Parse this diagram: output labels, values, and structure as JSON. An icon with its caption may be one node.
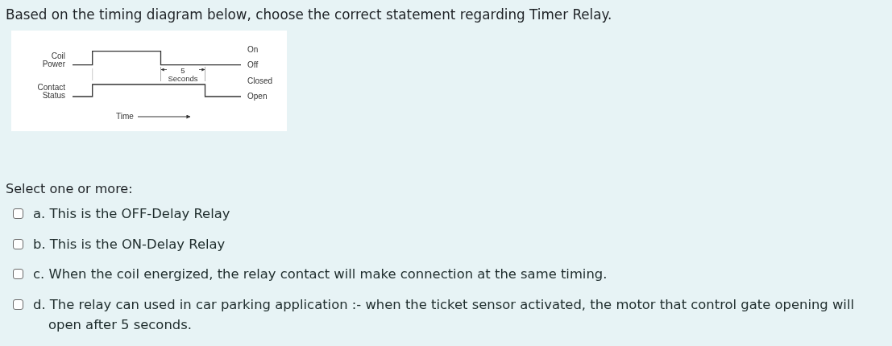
{
  "diagram": {
    "title": "Based on the timing diagram below, choose the correct statement regarding Timer Relay.",
    "labels": [
      "On",
      "Coil Power",
      "Off",
      "5 Seconds",
      "Closed",
      "Contact Status",
      "Open",
      "Time",
      "Select one or more:",
      "a. This is the OFF-Delay Relay",
      "b. This is the ON-Delay Relay",
      "c. When the coil energized, the relay contact will make connection at the same timing.",
      "d. The relay can used in car parking application :- when the ticket sensor activated, the motor that control gate opening will open after 5 seconds."
    ]
  }
}
